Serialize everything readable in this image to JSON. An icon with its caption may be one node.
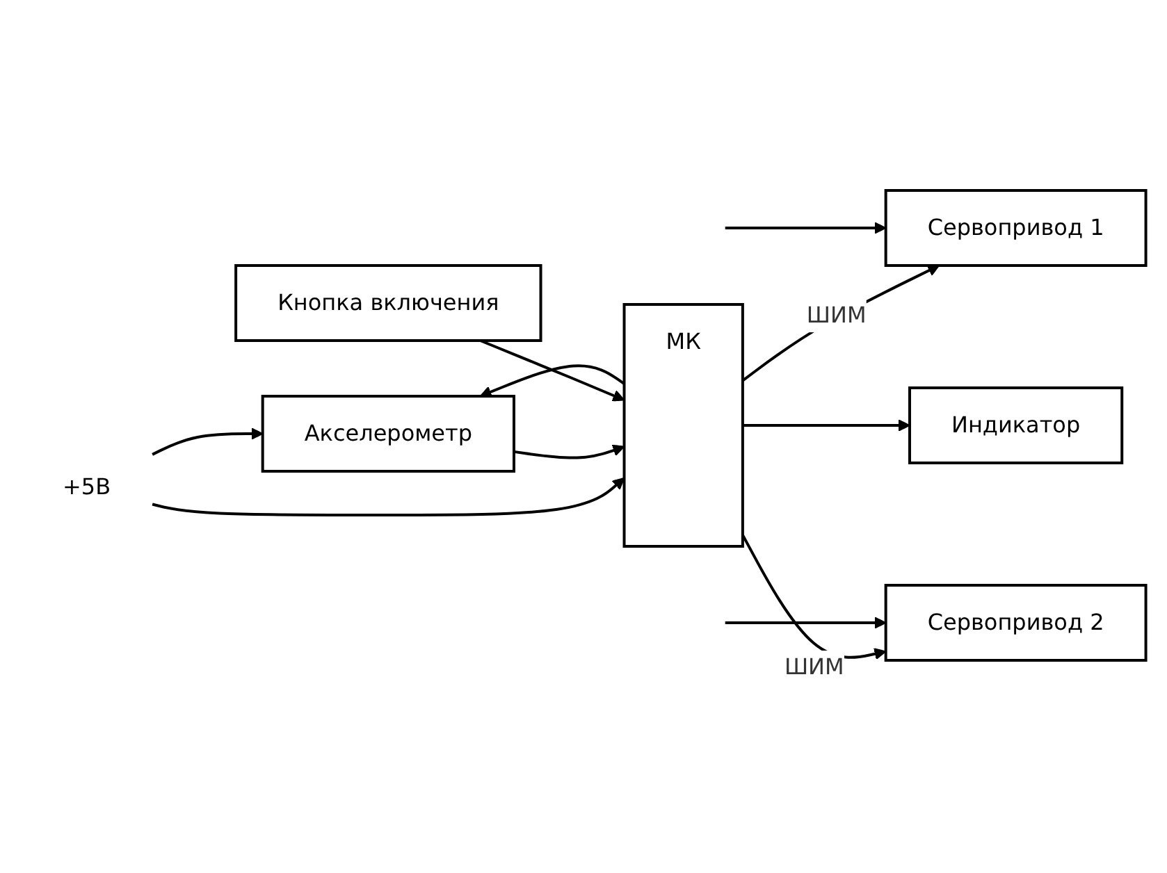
{
  "diagram": {
    "nodes": [
      {
        "text": [
          "+5В"
        ]
      },
      {
        "text": [
          "МК"
        ]
      },
      {
        "text": [
          "Сервопривод 1"
        ]
      },
      {
        "text": [
          "Сервопривод 2"
        ]
      },
      {
        "text": [
          "Индикатор"
        ]
      },
      {
        "text": [
          "Акселерометр"
        ]
      },
      {
        "text": [
          "Кнопка включения"
        ]
      }
    ],
    "edges": [
      {
        "from": 0,
        "to": 5,
        "arrow": "to"
      },
      {
        "from": 0,
        "to": 1,
        "arrow": "to"
      },
      {
        "from": 1,
        "to": 2,
        "arrow": "to",
        "label": "ШИМ"
      },
      {
        "from": null,
        "to": 2,
        "arrow": "to"
      },
      {
        "from": 1,
        "to": 3,
        "arrow": "to",
        "label": "ШИМ"
      },
      {
        "from": null,
        "to": 3,
        "arrow": "to"
      },
      {
        "from": 1,
        "to": 4,
        "arrow": "to"
      },
      {
        "from": 5,
        "to": 1,
        "arrow": "to"
      },
      {
        "from": 1,
        "to": 5,
        "arrow": "to"
      },
      {
        "from": 6,
        "to": 1,
        "arrow": "to"
      }
    ]
  }
}
